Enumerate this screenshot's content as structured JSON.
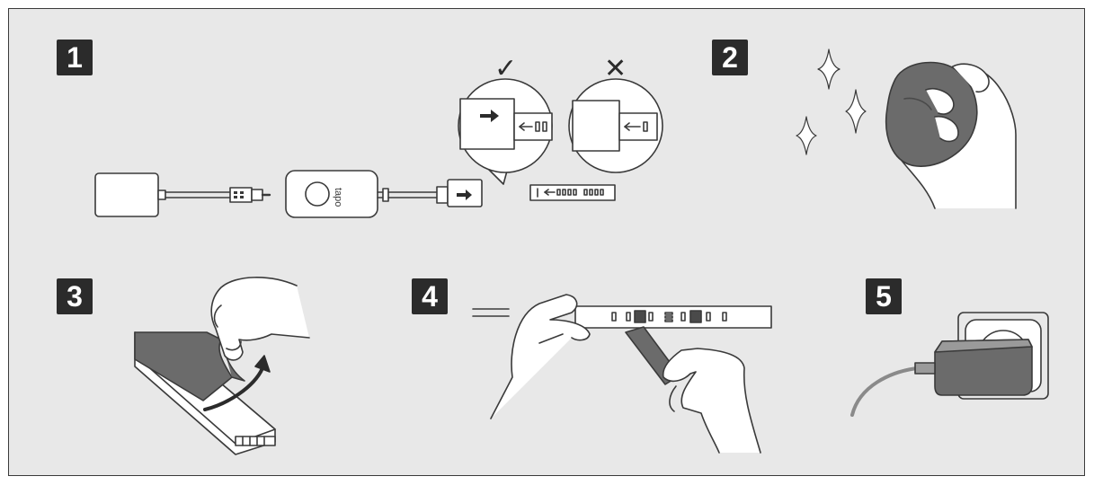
{
  "steps": [
    {
      "number": "1"
    },
    {
      "number": "2"
    },
    {
      "number": "3"
    },
    {
      "number": "4"
    },
    {
      "number": "5"
    }
  ],
  "marks": {
    "correct": "✓",
    "wrong": "✕"
  },
  "device": {
    "logo_text": "tapo"
  },
  "colors": {
    "background": "#e8e8e8",
    "badge": "#2b2b2b",
    "line": "#3a3a3a",
    "dark_fill": "#6b6b6b",
    "sparkle": "#ffffff"
  },
  "icons": [
    "power-adapter-icon",
    "controller-icon",
    "light-strip-icon",
    "hand-icon",
    "cloth-icon",
    "sparkle-icon",
    "wall-socket-icon",
    "check-icon",
    "cross-icon",
    "curved-arrow-icon"
  ]
}
